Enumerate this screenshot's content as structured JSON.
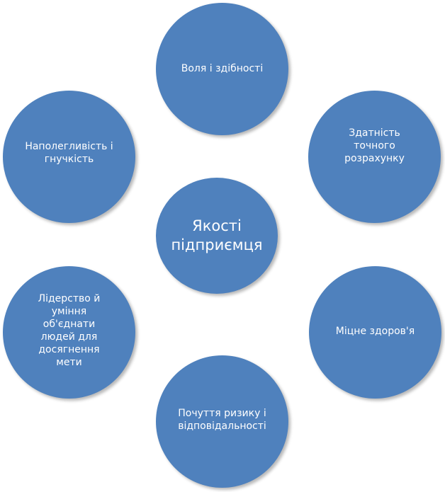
{
  "diagram": {
    "center": {
      "label": "Якості\nпідприємця"
    },
    "nodes": [
      {
        "label": "Воля і здібності"
      },
      {
        "label": "Здатність\nточного\nрозрахунку"
      },
      {
        "label": "Міцне здоров'я"
      },
      {
        "label": "Почуття ризику і\nвідповідальності"
      },
      {
        "label": "Лідерство й\nуміння\nоб'єднати\nлюдей для\nдосягнення\nмети"
      },
      {
        "label": "Наполегливість і\nгнучкість"
      }
    ],
    "colors": {
      "node_fill": "#4f81bd",
      "text": "#ffffff",
      "background": "#ffffff"
    }
  }
}
